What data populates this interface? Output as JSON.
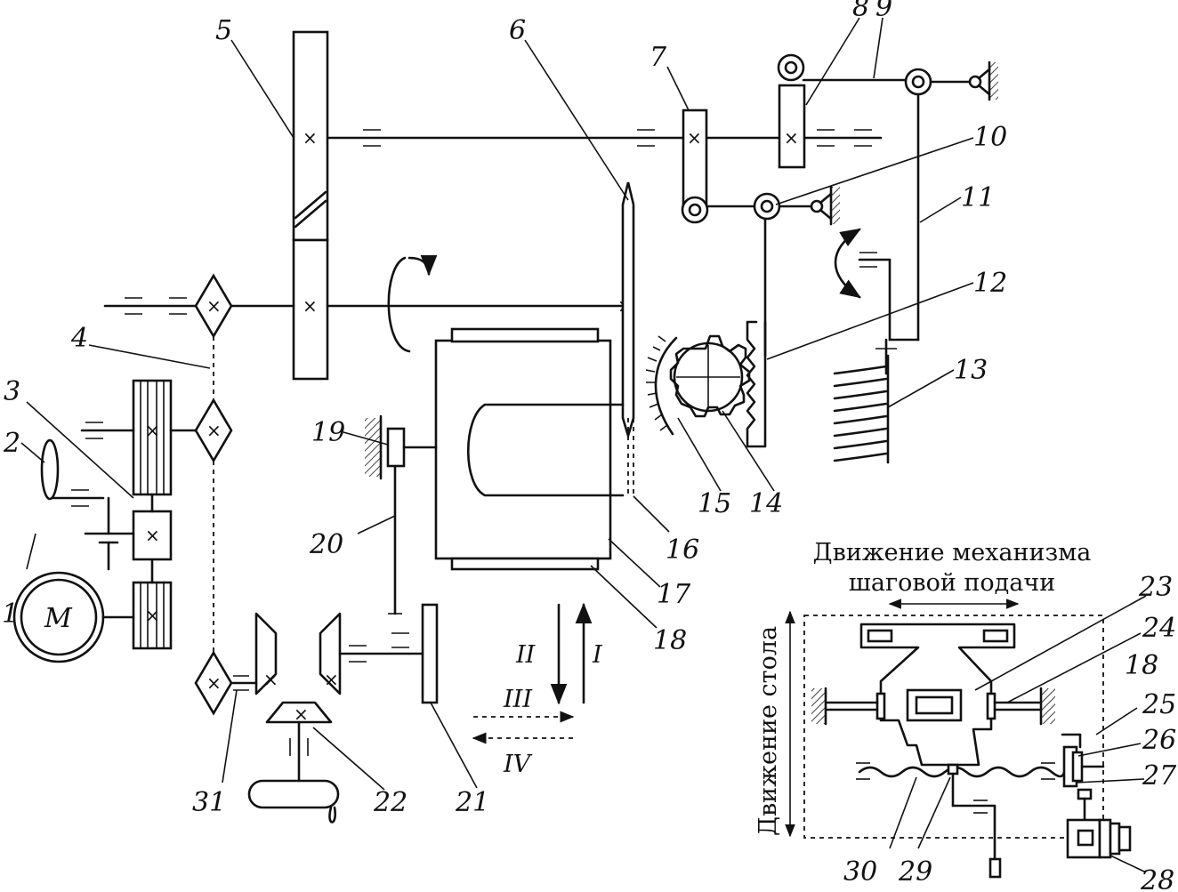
{
  "labels": {
    "n1": "1",
    "n2": "2",
    "n3": "3",
    "n4": "4",
    "n5": "5",
    "n6": "6",
    "n7": "7",
    "n8": "8",
    "n9": "9",
    "n10": "10",
    "n11": "11",
    "n12": "12",
    "n13": "13",
    "n14": "14",
    "n15": "15",
    "n16": "16",
    "n17": "17",
    "n18": "18",
    "n18b": "18",
    "n19": "19",
    "n20": "20",
    "n21": "21",
    "n22": "22",
    "n23": "23",
    "n24": "24",
    "n25": "25",
    "n26": "26",
    "n27": "27",
    "n28": "28",
    "n29": "29",
    "n30": "30",
    "n31": "31"
  },
  "motor_symbol": "M",
  "directions": {
    "I": "I",
    "II": "II",
    "III": "III",
    "IV": "IV"
  },
  "inset": {
    "caption_line1": "Движение механизма",
    "caption_line2": "шаговой подачи",
    "table_motion": "Движение стола"
  }
}
